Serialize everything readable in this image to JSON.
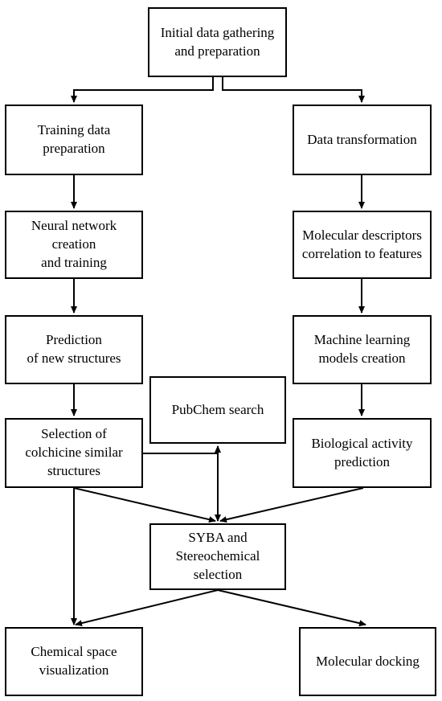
{
  "nodes": {
    "initial": "Initial data gathering\nand preparation",
    "training_prep": "Training data\npreparation",
    "data_transform": "Data transformation",
    "nn_creation": "Neural network\ncreation\nand training",
    "mol_desc": "Molecular descriptors\ncorrelation to features",
    "prediction": "Prediction\nof new structures",
    "ml_models": "Machine learning\nmodels creation",
    "pubchem": "PubChem search",
    "selection": "Selection of\ncolchicine similar\nstructures",
    "bio_activity": "Biological activity\nprediction",
    "syba": "SYBA and\nStereochemical\nselection",
    "chem_space": "Chemical space\nvisualization",
    "docking": "Molecular docking"
  },
  "colors": {
    "stroke": "#000000",
    "background": "#ffffff"
  }
}
